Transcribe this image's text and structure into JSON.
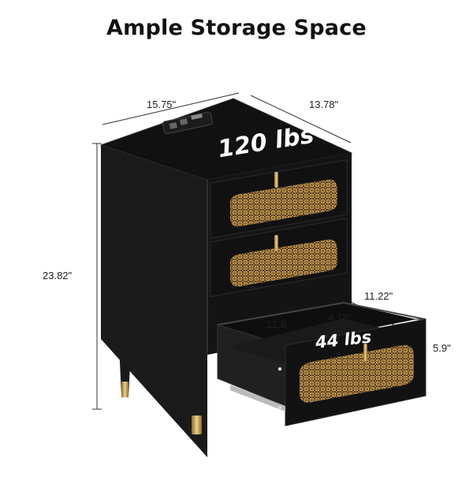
{
  "title": "Ample Storage Space",
  "dimensions": {
    "width": "15.75\"",
    "depth": "13.78\"",
    "height": "23.82\"",
    "drawer_width": "12.6",
    "drawer_depth": "11.22\"",
    "drawer_inner_height": "4.13\"",
    "drawer_height": "5.9\""
  },
  "load": {
    "top": "120 lbs",
    "drawer": "44 lbs"
  },
  "colors": {
    "cabinet": "#151515",
    "cabinet_edge": "#2a2a2a",
    "rattan": "#c89a55",
    "gold": "#c9a45a",
    "text": "#222222"
  }
}
